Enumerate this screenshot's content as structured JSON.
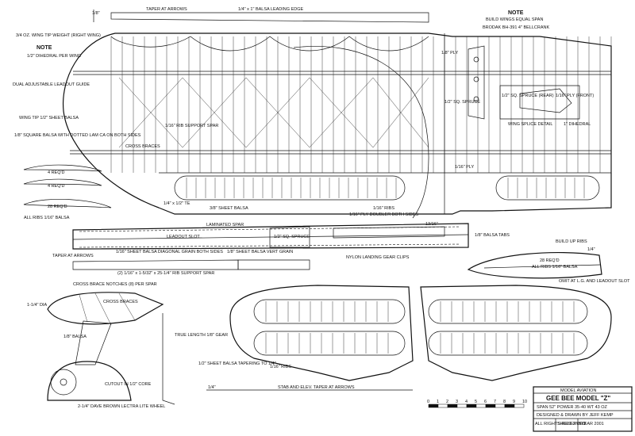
{
  "drawing": {
    "top_wing": {
      "taper_at_arrows": "TAPER AT ARROWS",
      "leading_edge": "1/4\" x 1\" BALSA LEADING EDGE",
      "wing_tip_weight": "3/4 OZ. WING TIP WEIGHT (RIGHT WING)",
      "note_title": "NOTE",
      "dihedral_note": "1/2\" DIHEDRAL PER WING",
      "leadout_guide": "DUAL ADJUSTABLE LEADOUT GUIDE",
      "wing_tip": "WING TIP 1/2\" SHEET BALSA",
      "square_balsa": "1/8\" SQUARE BALSA WITH DOTTED LAM CA ON BOTH SIDES",
      "cross_braces": "CROSS BRACES",
      "rib_support_spar": "1/16\" RIB SUPPORT SPAR",
      "trailing_edge": "1/4\" x 1/2\" TE",
      "sheet_balsa": "3/8\" SHEET BALSA",
      "ribs": "1/16\" RIBS",
      "ply_top": "1/8\" PLY",
      "sq_spruce": "1/2\" SQ. SPRUCE",
      "ply_bottom": "1/16\" PLY",
      "spruce_rear": "1/2\" SQ. SPRUCE (REAR)",
      "ply_front": "1/16\" PLY (FRONT)",
      "wing_splice": "WING SPLICE DETAIL",
      "dihedral": "1\" DIHEDRAL",
      "right_note_title": "NOTE",
      "right_note": "BUILD WINGS EQUAL SPAN",
      "bellcrank": "BRODAK BH-391 4\" BELLCRANK",
      "dim_1_8": "1/8\""
    },
    "ribs_left": {
      "a_reqd": "4 REQ'D",
      "b_reqd": "4 REQ'D",
      "c_reqd": "28 REQ'D",
      "all_ribs": "ALL RIBS 1/16\" BALSA"
    },
    "spar": {
      "laminated_spar": "LAMINATED SPAR",
      "doubler": "1/16\" PLY DOUBLER BOTH SIDES",
      "dim_13_16": "13/16\"",
      "leadout_slot": "LEADOUT SLOT",
      "spruce": "1/2\" SQ. SPRUCE",
      "tabs": "1/8\" BALSA TABS",
      "taper_at_arrows": "TAPER AT ARROWS",
      "sheet_diag": "1/16\" SHEET BALSA DIAGONAL GRAIN BOTH SIDES",
      "vert_grain": "1/8\" SHEET BALSA VERT GRAIN",
      "nylon_gear": "NYLON LANDING GEAR CLIPS",
      "rib_support": "(2) 1/16\" x 1-5/32\" x 25-1/4\" RIB SUPPORT SPAR",
      "notches": "CROSS BRACE NOTCHES (8) PER SPAR"
    },
    "right_detail": {
      "build_up_ribs": "BUILD UP RIBS",
      "reqd": "28 REQ'D",
      "all_ribs": "ALL RIBS 1/16\" BALSA",
      "dim_1_4": "1/4\"",
      "omit": "OMIT AT L.G. AND LEADOUT SLOT"
    },
    "gear": {
      "dia": "1-1/4\" DIA",
      "cross_braces": "CROSS BRACES",
      "balsa": "1/8\" BALSA",
      "cutout": "CUTOUT IN 1/2\" CORE",
      "wheel": "2-1/4\" DAVE BROWN LECTRA LITE WHEEL",
      "true_length": "TRUE LENGTH 1/8\" GEAR"
    },
    "tail": {
      "sheet_balsa": "1/2\" SHEET BALSA TAPERING TO 1/4\"",
      "ribs": "1/16\" RIBS",
      "taper_note": "STAB AND ELEV. TAPER AT ARROWS",
      "dim_1_4": "1/4\""
    },
    "scale": {
      "ticks": [
        "0",
        "1",
        "2",
        "3",
        "4",
        "5",
        "6",
        "7",
        "8",
        "9",
        "10"
      ]
    },
    "title_block": {
      "publisher": "MODEL AVIATION",
      "title": "GEE BEE MODEL \"Z\"",
      "specs": "SPAN 52\"   POWER 35-40   WT 43 OZ",
      "designed_by": "DESIGNED & DRAWN BY  JEFF KEMP",
      "rights": "ALL RIGHTS RESERVED",
      "sheet": "SHEET 2 OF 2",
      "year": "YEAR 2001"
    }
  }
}
